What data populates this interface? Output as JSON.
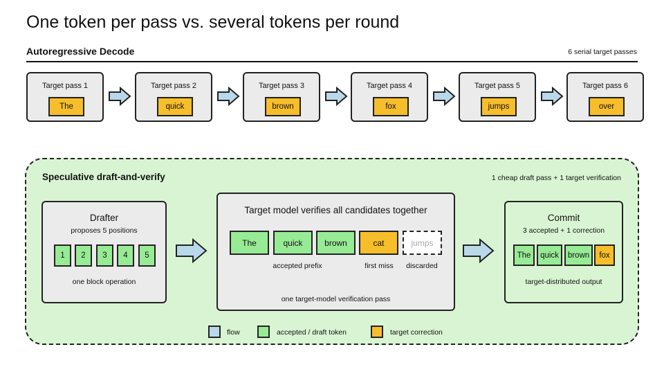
{
  "title": "One token per pass vs. several tokens per round",
  "autoregressive": {
    "heading": "Autoregressive Decode",
    "note": "6 serial target passes",
    "passes": [
      {
        "label": "Target pass 1",
        "token": "The"
      },
      {
        "label": "Target pass 2",
        "token": "quick"
      },
      {
        "label": "Target pass 3",
        "token": "brown"
      },
      {
        "label": "Target pass 4",
        "token": "fox"
      },
      {
        "label": "Target pass 5",
        "token": "jumps"
      },
      {
        "label": "Target pass 6",
        "token": "over"
      }
    ]
  },
  "speculative": {
    "heading": "Speculative draft-and-verify",
    "note": "1 cheap draft pass + 1 target verification",
    "drafter": {
      "title": "Drafter",
      "subtitle": "proposes 5 positions",
      "slots": [
        "1",
        "2",
        "3",
        "4",
        "5"
      ],
      "caption": "one block operation"
    },
    "verifier": {
      "title": "Target model verifies all candidates together",
      "candidates": [
        "The",
        "quick",
        "brown",
        "cat",
        "jumps"
      ],
      "label_accepted": "accepted prefix",
      "label_miss": "first miss",
      "label_discarded": "discarded",
      "caption": "one target-model verification pass"
    },
    "commit": {
      "title": "Commit",
      "subtitle": "3 accepted + 1 correction",
      "tokens": [
        "The",
        "quick",
        "brown",
        "fox"
      ],
      "caption": "target-distributed output"
    }
  },
  "legend": {
    "flow": "flow",
    "accepted": "accepted / draft token",
    "correction": "target correction"
  },
  "colors": {
    "flow": "#b9d9ea",
    "accepted": "#98eb95",
    "correction": "#f7be2b",
    "card": "#ebebeb",
    "panel": "#d9f4d3"
  }
}
